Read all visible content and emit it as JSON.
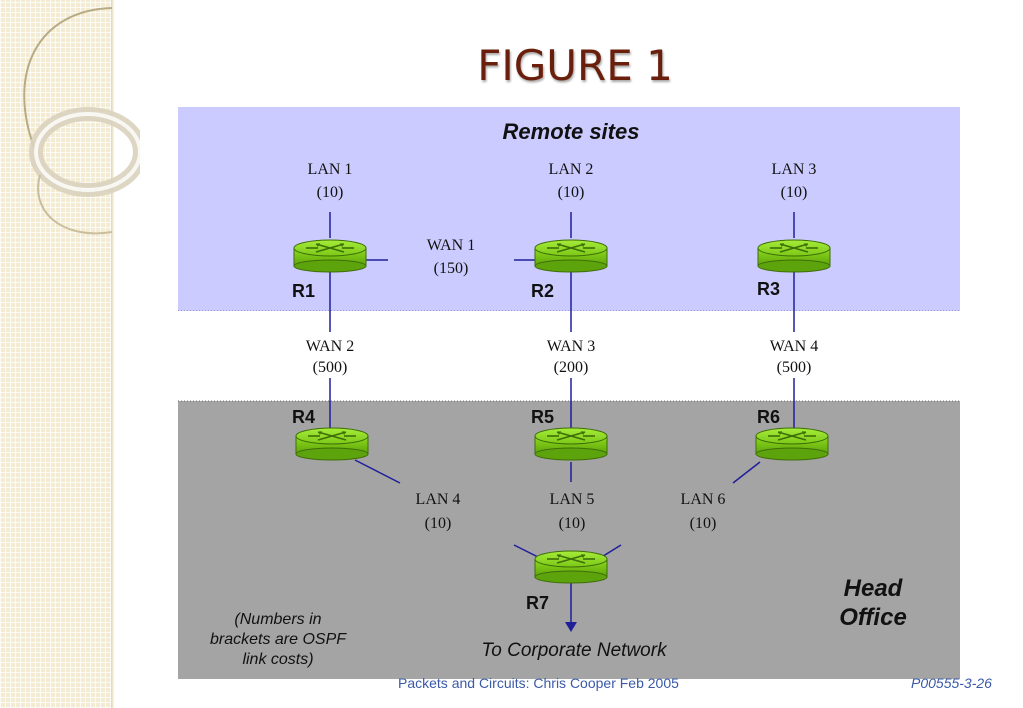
{
  "slide": {
    "title": "FIGURE 1",
    "footer_text": "Packets and Circuits:  Chris Cooper  Feb 2005",
    "footer_code": "P00555-3-26"
  },
  "diagram": {
    "remote_zone_label": "Remote sites",
    "head_office_label_line1": "Head",
    "head_office_label_line2": "Office",
    "destination_label": "To Corporate Network",
    "note_lines": [
      "(Numbers in",
      "brackets are OSPF",
      "link costs)"
    ],
    "colors": {
      "remote_zone": "#cbcbff",
      "head_office_zone": "#a4a4a4",
      "router_body": "#8fdc1e",
      "router_dark": "#3e6e08",
      "link_line": "#1f1f9a"
    },
    "routers": [
      {
        "id": "r1",
        "label": "R1"
      },
      {
        "id": "r2",
        "label": "R2"
      },
      {
        "id": "r3",
        "label": "R3"
      },
      {
        "id": "r4",
        "label": "R4"
      },
      {
        "id": "r5",
        "label": "R5"
      },
      {
        "id": "r6",
        "label": "R6"
      },
      {
        "id": "r7",
        "label": "R7"
      }
    ],
    "links": [
      {
        "id": "lan1",
        "name": "LAN 1",
        "cost": "(10)"
      },
      {
        "id": "lan2",
        "name": "LAN 2",
        "cost": "(10)"
      },
      {
        "id": "lan3",
        "name": "LAN 3",
        "cost": "(10)"
      },
      {
        "id": "wan1",
        "name": "WAN 1",
        "cost": "(150)"
      },
      {
        "id": "wan2",
        "name": "WAN 2",
        "cost": "(500)"
      },
      {
        "id": "wan3",
        "name": "WAN 3",
        "cost": "(200)"
      },
      {
        "id": "wan4",
        "name": "WAN 4",
        "cost": "(500)"
      },
      {
        "id": "lan4",
        "name": "LAN 4",
        "cost": "(10)"
      },
      {
        "id": "lan5",
        "name": "LAN 5",
        "cost": "(10)"
      },
      {
        "id": "lan6",
        "name": "LAN 6",
        "cost": "(10)"
      }
    ]
  }
}
